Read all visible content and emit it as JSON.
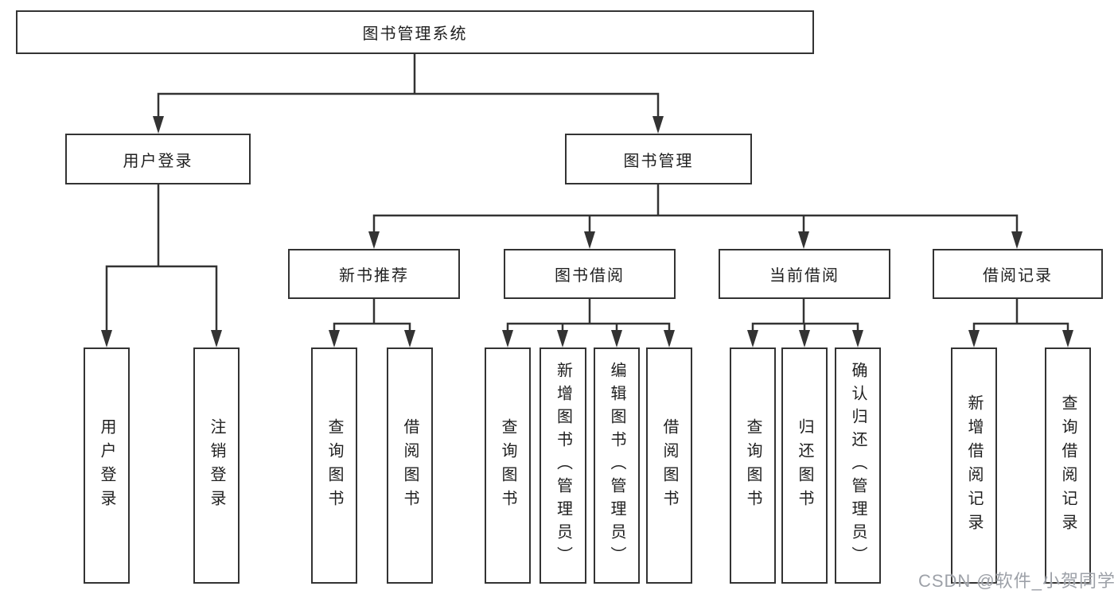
{
  "diagram": {
    "type": "hierarchy-tree",
    "tree": {
      "label": "图书管理系统",
      "children": [
        {
          "label": "用户登录",
          "children": [
            {
              "label": "用户登录"
            },
            {
              "label": "注销登录"
            }
          ]
        },
        {
          "label": "图书管理",
          "children": [
            {
              "label": "新书推荐",
              "children": [
                {
                  "label": "查询图书"
                },
                {
                  "label": "借阅图书"
                }
              ]
            },
            {
              "label": "图书借阅",
              "children": [
                {
                  "label": "查询图书"
                },
                {
                  "label": "新增图书（管理员）"
                },
                {
                  "label": "编辑图书（管理员）"
                },
                {
                  "label": "借阅图书"
                }
              ]
            },
            {
              "label": "当前借阅",
              "children": [
                {
                  "label": "查询图书"
                },
                {
                  "label": "归还图书"
                },
                {
                  "label": "确认归还（管理员）"
                }
              ]
            },
            {
              "label": "借阅记录",
              "children": [
                {
                  "label": "新增借阅记录"
                },
                {
                  "label": "查询借阅记录"
                }
              ]
            }
          ]
        }
      ]
    },
    "colors": {
      "line": "#333333",
      "box_border": "#333333",
      "box_fill": "#ffffff",
      "text": "#1f1f1f",
      "watermark": "#989ca3"
    }
  },
  "watermark": {
    "text": "CSDN @软件_小贺同学"
  }
}
